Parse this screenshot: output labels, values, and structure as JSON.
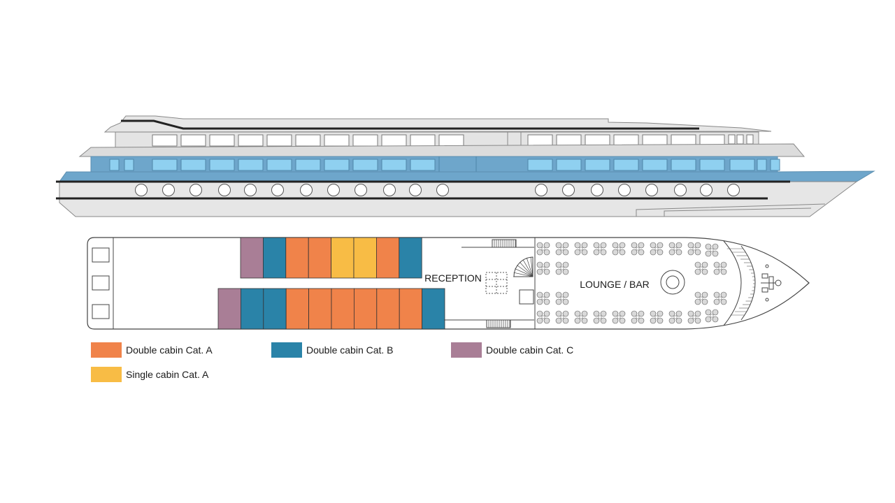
{
  "deck_plan": {
    "labels": {
      "reception": "RECEPTION",
      "lounge_bar": "LOUNGE / BAR"
    },
    "cabins": {
      "upper_row": [
        "C",
        "B",
        "A",
        "A",
        "S",
        "S",
        "A",
        "B"
      ],
      "lower_row": [
        "C",
        "B",
        "B",
        "A",
        "A",
        "A",
        "A",
        "A",
        "A",
        "B"
      ]
    }
  },
  "legend": [
    {
      "key": "A",
      "label": "Double cabin Cat. A",
      "color": "#F0834A"
    },
    {
      "key": "B",
      "label": "Double cabin Cat. B",
      "color": "#2A83A8"
    },
    {
      "key": "C",
      "label": "Double cabin Cat. C",
      "color": "#A97E96"
    },
    {
      "key": "S",
      "label": "Single cabin Cat. A",
      "color": "#F8BC45"
    }
  ]
}
